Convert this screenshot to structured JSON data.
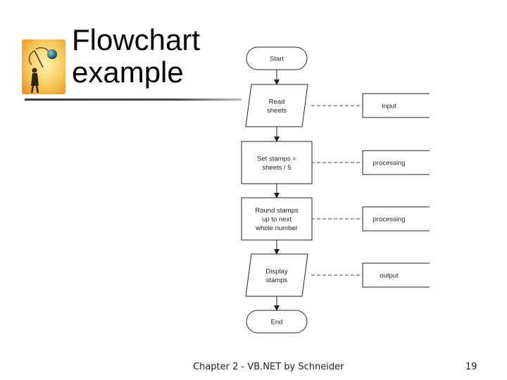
{
  "slide": {
    "title_lines": [
      "Flowchart",
      "example"
    ],
    "footer": "Chapter 2 - VB.NET by Schneider",
    "page_number": "19",
    "logo_icon": "figure-with-globe-icon"
  },
  "flowchart": {
    "nodes": [
      {
        "id": "start",
        "shape": "terminal",
        "lines": [
          "Start"
        ]
      },
      {
        "id": "read-sheets",
        "shape": "parallelogram",
        "lines": [
          "Read",
          "sheets"
        ]
      },
      {
        "id": "set-stamps",
        "shape": "rectangle",
        "lines": [
          "Set stamps =",
          "sheets / 5"
        ]
      },
      {
        "id": "round-stamps",
        "shape": "rectangle",
        "lines": [
          "Round stamps",
          "up to next",
          "whole number"
        ]
      },
      {
        "id": "display-stamps",
        "shape": "parallelogram",
        "lines": [
          "Display",
          "stamps"
        ]
      },
      {
        "id": "end",
        "shape": "terminal",
        "lines": [
          "End"
        ]
      }
    ],
    "annotations": [
      {
        "node": "read-sheets",
        "label": "input"
      },
      {
        "node": "set-stamps",
        "label": "processing"
      },
      {
        "node": "round-stamps",
        "label": "processing"
      },
      {
        "node": "display-stamps",
        "label": "output"
      }
    ]
  }
}
